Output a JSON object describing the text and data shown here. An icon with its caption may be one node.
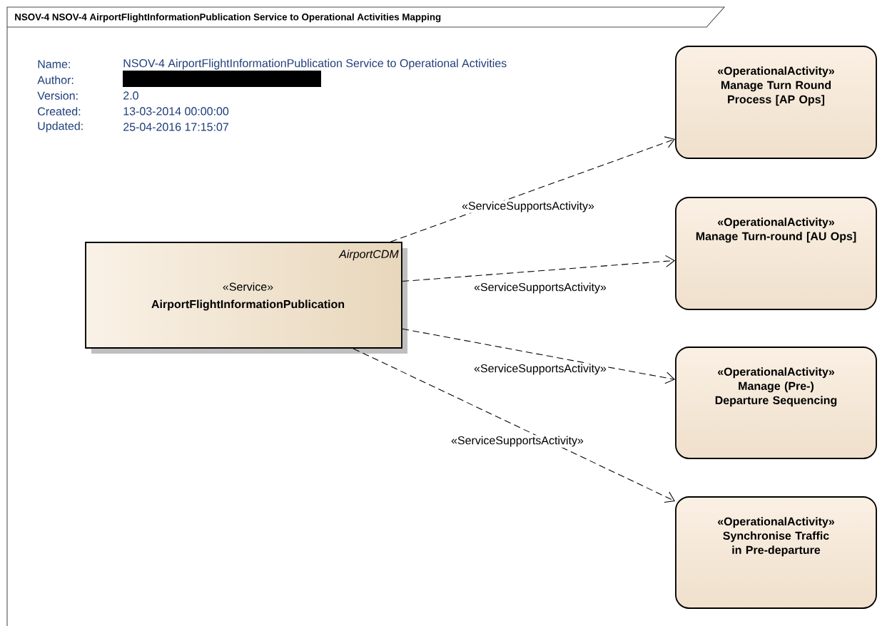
{
  "diagram": {
    "title": "NSOV-4 NSOV-4 AirportFlightInformationPublication Service to Operational Activities Mapping",
    "nodes": [
      {
        "text": [
          "AirportCDM",
          "«Service»",
          "AirportFlightInformationPublication"
        ]
      },
      {
        "text": [
          "«OperationalActivity»",
          "Manage Turn Round Process [AP Ops]"
        ]
      },
      {
        "text": [
          "«OperationalActivity»",
          "Manage Turn-round [AU Ops]"
        ]
      },
      {
        "text": [
          "«OperationalActivity»",
          "Manage (Pre-) Departure Sequencing"
        ]
      },
      {
        "text": [
          "«OperationalActivity»",
          "Synchronise Traffic in Pre-departure"
        ]
      }
    ],
    "edges": [
      {
        "from": 0,
        "to": 1,
        "arrow": "to",
        "label": "«ServiceSupportsActivity»",
        "style": "dashed"
      },
      {
        "from": 0,
        "to": 2,
        "arrow": "to",
        "label": "«ServiceSupportsActivity»",
        "style": "dashed"
      },
      {
        "from": 0,
        "to": 3,
        "arrow": "to",
        "label": "«ServiceSupportsActivity»",
        "style": "dashed"
      },
      {
        "from": 0,
        "to": 4,
        "arrow": "to",
        "label": "«ServiceSupportsActivity»",
        "style": "dashed"
      }
    ],
    "labels": [
      "Name:",
      "NSOV-4 AirportFlightInformationPublication Service to Operational Activities",
      "Author:",
      "Version:",
      "2.0",
      "Created:",
      "13-03-2014 00:00:00",
      "Updated:",
      "25-04-2016 17:15:07"
    ]
  }
}
